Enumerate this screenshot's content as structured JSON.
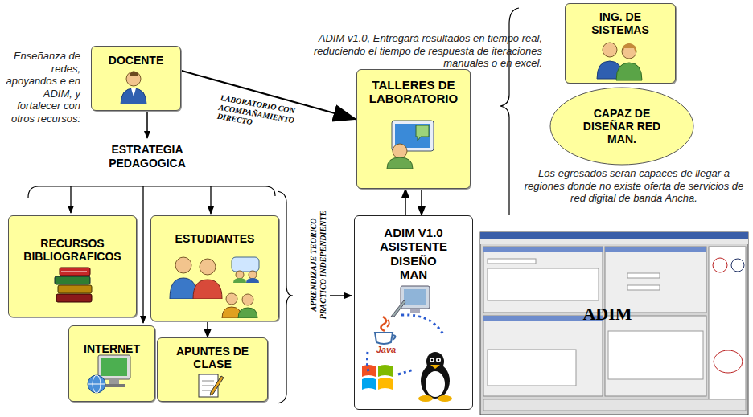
{
  "diagram": {
    "nodes": [
      {
        "text": [
          "DOCENTE"
        ]
      },
      {
        "text": [
          "TALLERES DE LABORATORIO"
        ]
      },
      {
        "text": [
          "ING. DE SISTEMAS"
        ]
      },
      {
        "text": [
          "CAPAZ DE DISEÑAR RED MAN."
        ]
      },
      {
        "text": [
          "RECURSOS BIBLIOGRAFICOS"
        ]
      },
      {
        "text": [
          "ESTUDIANTES"
        ]
      },
      {
        "text": [
          "INTERNET"
        ]
      },
      {
        "text": [
          "APUNTES DE CLASE"
        ]
      },
      {
        "text": [
          "ADIM V1.0 ASISTENTE DISEÑO MAN"
        ]
      }
    ],
    "edges": [
      {
        "from": 0,
        "to": 1,
        "label": "LABORATORIO CON ACOMPAÑAMIENTO DIRECTO",
        "arrow": "to"
      },
      {
        "from": 8,
        "to": 1,
        "arrow": "to"
      },
      {
        "from": 1,
        "to": 8,
        "arrow": "to"
      },
      {
        "from": 5,
        "to": 7,
        "arrow": "to"
      }
    ],
    "labels": [
      "ADIM v1.0, Entregará resultados en tiempo real, reduciendo el tiempo de respuesta de iteraciones manuales o en excel.",
      "Enseñanza de redes, apoyandos e en ADIM, y fortalecer con otros recursos:",
      "ESTRATEGIA PEDAGOGICA",
      "APRENDIZAJE TEORICO PRACTICO INDEPENDIENTE",
      "Java",
      "Los egresados seran capaces de llegar a regiones donde no existe oferta de servicios de red digital de banda Ancha.",
      "ADIM"
    ]
  }
}
